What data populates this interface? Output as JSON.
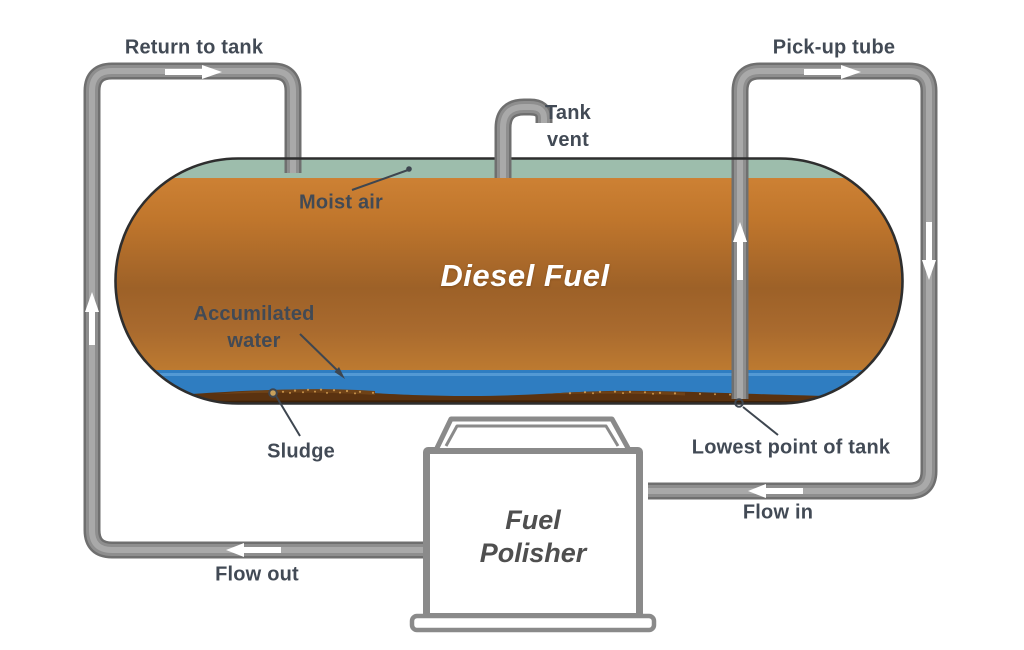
{
  "diagram": {
    "title_labels": {
      "return_to_tank": "Return to tank",
      "pick_up_tube": "Pick-up tube",
      "tank_vent_line1": "Tank",
      "tank_vent_line2": "vent",
      "moist_air": "Moist air",
      "diesel_fuel": "Diesel Fuel",
      "accumulated_water_line1": "Accumilated",
      "accumulated_water_line2": "water",
      "sludge": "Sludge",
      "lowest_point_of_tank": "Lowest point of tank",
      "flow_in": "Flow in",
      "flow_out": "Flow out",
      "fuel_polisher_line1": "Fuel",
      "fuel_polisher_line2": "Polisher"
    },
    "colors": {
      "pipe_outer": "#6f6f6f",
      "pipe_mid": "#8e8e8e",
      "pipe_highlight": "#a9a9a9",
      "tank_outline": "#2e2e2e",
      "moist_air_green": "#9dbdac",
      "fuel_orange_light": "#cd8134",
      "fuel_orange_dark": "#9d6128",
      "water_blue": "#2f7dc1",
      "sludge_brown": "#5a3210",
      "sludge_dark": "#3a1f08",
      "sludge_speckle": "#d9a355",
      "label_text": "#424a55",
      "arrow_white": "#ffffff",
      "polisher_gray": "#8a8a8a",
      "polisher_text": "#4f4f4f"
    },
    "icons": [
      "flow-arrow-right-icon",
      "flow-arrow-up-icon",
      "flow-arrow-down-icon",
      "flow-arrow-left-icon",
      "leader-dot-marker",
      "leader-ring-marker"
    ]
  }
}
